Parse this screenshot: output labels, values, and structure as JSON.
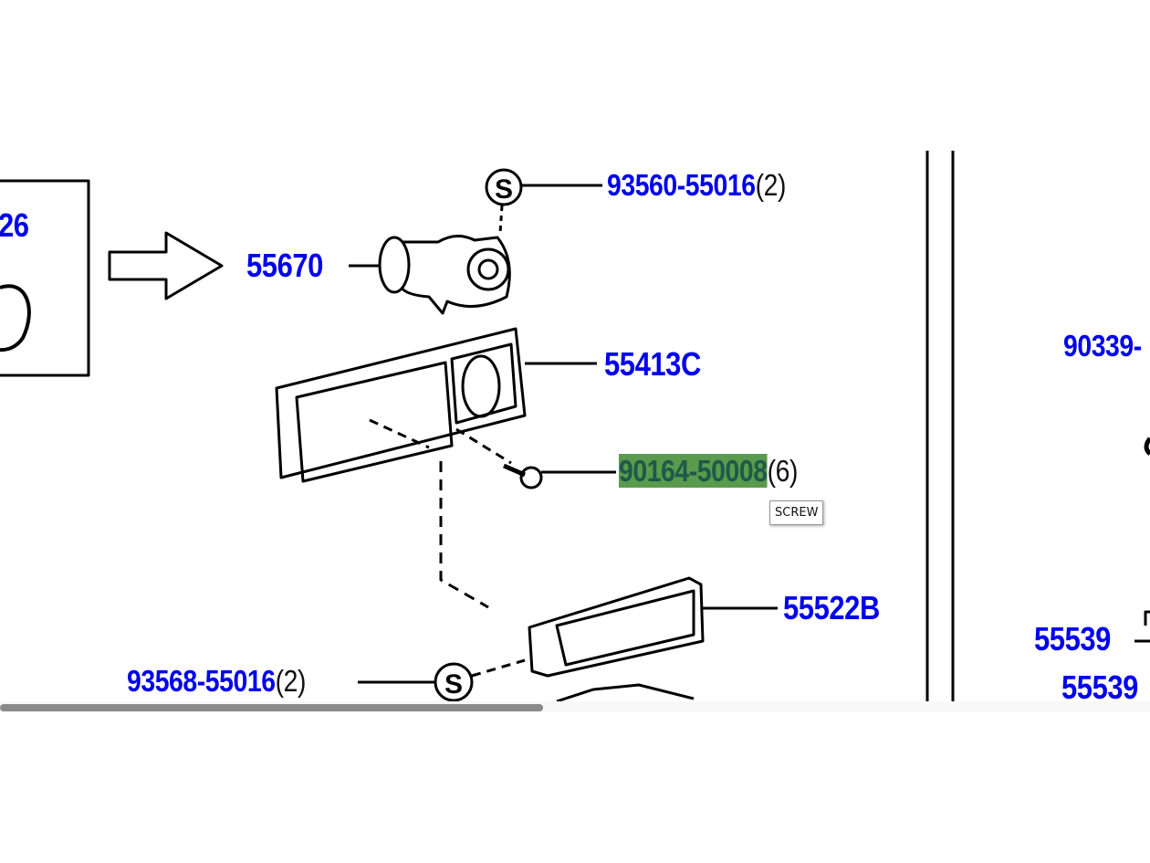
{
  "diagram": {
    "labels": {
      "partial_left": "26",
      "p55670": "55670",
      "p93560": "93560-55016",
      "p93560_qty": "(2)",
      "p55413c": "55413C",
      "p90164": "90164-50008",
      "p90164_qty": "(6)",
      "p55522b": "55522B",
      "p93568": "93568-55016",
      "p93568_qty": "(2)",
      "p90339_partial": "90339-",
      "p55539_a": "55539",
      "p55539_b": "55539"
    },
    "tooltip": "SCREW",
    "symbol_s": "S"
  },
  "colors": {
    "link": "#0000ee",
    "highlight": "#5a9a4c"
  },
  "scrollbar": {
    "horizontal_position_fraction": 0.0,
    "visible_fraction": 0.47
  }
}
